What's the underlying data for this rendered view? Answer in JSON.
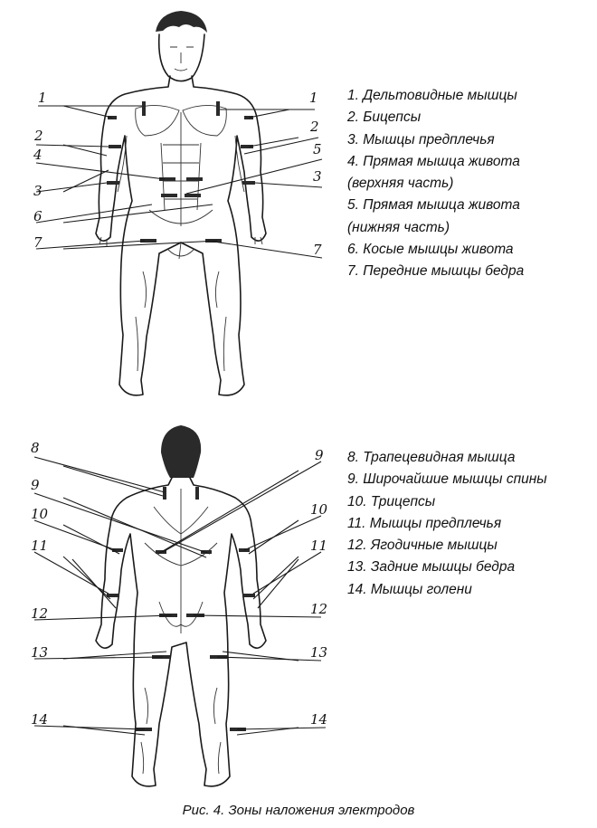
{
  "front": {
    "items": [
      "1. Дельтовидные мышцы",
      "2. Бицепсы",
      "3. Мышцы предплечья",
      "4. Прямая мышца живота",
      "(верхняя часть)",
      "5. Прямая мышца живота",
      "(нижняя часть)",
      "6. Косые мышцы живота",
      "7. Передние мышцы бедра"
    ],
    "labels": {
      "l1": "1",
      "r1": "1",
      "l2": "2",
      "r2": "2",
      "l4": "4",
      "r5": "5",
      "l3": "3",
      "r3": "3",
      "l6": "6",
      "l7": "7",
      "r7": "7"
    }
  },
  "back": {
    "items": [
      "8. Трапецевидная мышца",
      "9. Широчайшие мышцы спины",
      "10. Трицепсы",
      "11. Мышцы предплечья",
      "12. Ягодичные мышцы",
      "13. Задние мышцы бедра",
      "14. Мышцы голени"
    ],
    "labels": {
      "l8": "8",
      "r9": "9",
      "l9": "9",
      "l10": "10",
      "r10": "10",
      "l11": "11",
      "r11": "11",
      "l12": "12",
      "r12": "12",
      "l13": "13",
      "r13": "13",
      "l14": "14",
      "r14": "14"
    }
  },
  "caption": "Рис. 4. Зоны наложения электродов"
}
